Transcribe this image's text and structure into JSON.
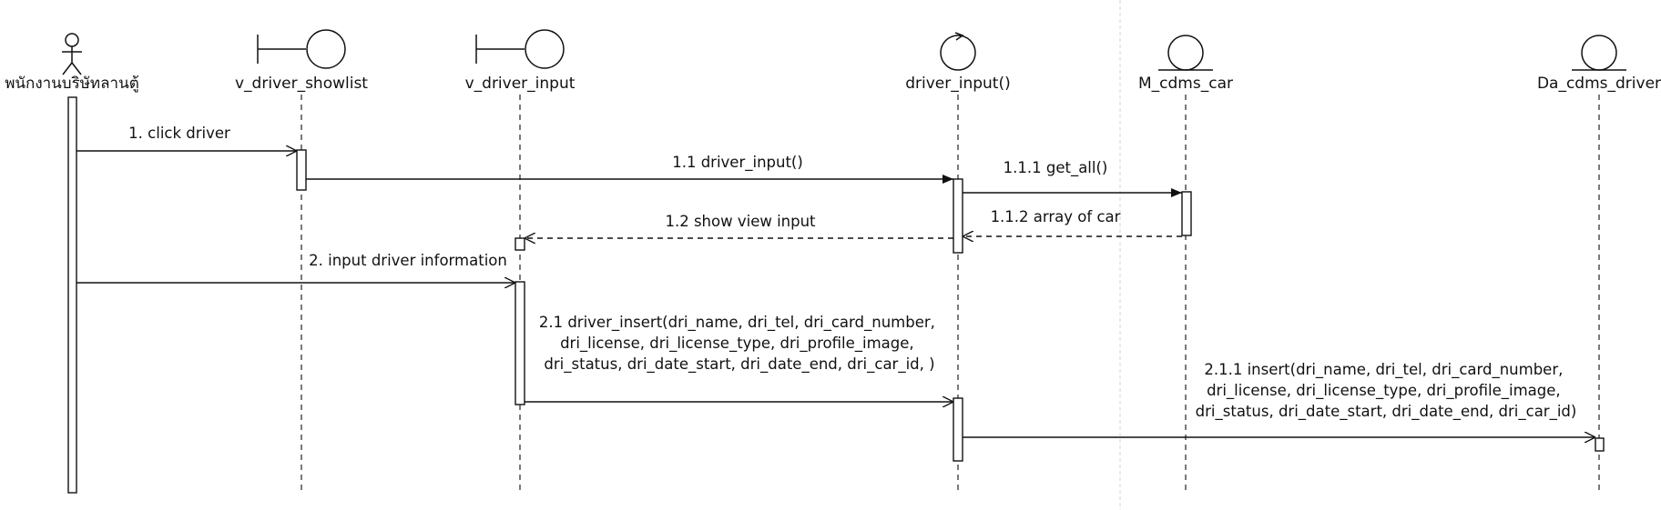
{
  "participants": {
    "actor": "พนักงานบริษัทลานตู้",
    "showlist": "v_driver_showlist",
    "input_view": "v_driver_input",
    "controller": "driver_input()",
    "model": "M_cdms_car",
    "data_access": "Da_cdms_driver"
  },
  "messages": {
    "m1": "1. click driver",
    "m1_1": "1.1 driver_input()",
    "m1_1_1": "1.1.1 get_all()",
    "m1_1_2": "1.1.2 array of car",
    "m1_2": "1.2 show view input",
    "m2": "2. input driver information",
    "m2_1": [
      "2.1 driver_insert(dri_name, dri_tel, dri_card_number,",
      "dri_license, dri_license_type, dri_profile_image,",
      "dri_status, dri_date_start, dri_date_end, dri_car_id, )"
    ],
    "m2_1_1": [
      "2.1.1 insert(dri_name, dri_tel, dri_card_number,",
      "dri_license, dri_license_type, dri_profile_image,",
      "dri_status, dri_date_start, dri_date_end, dri_car_id)"
    ]
  }
}
